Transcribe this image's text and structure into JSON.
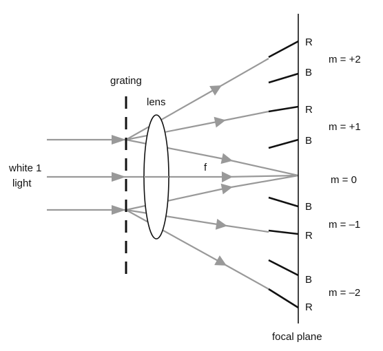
{
  "labels": {
    "grating": "grating",
    "lens": "lens",
    "white_line1": "white 1",
    "white_line2": "light",
    "focal_length": "f",
    "focal_plane": "focal plane"
  },
  "orders": [
    {
      "label": "m = +2",
      "top_letter": "R",
      "bottom_letter": "B"
    },
    {
      "label": "m = +1",
      "top_letter": "R",
      "bottom_letter": "B"
    },
    {
      "label": "m = 0"
    },
    {
      "label": "m = –1",
      "top_letter": "B",
      "bottom_letter": "R"
    },
    {
      "label": "m = –2",
      "top_letter": "B",
      "bottom_letter": "R"
    }
  ],
  "colors": {
    "ray": "#999999",
    "ink": "#111111"
  }
}
